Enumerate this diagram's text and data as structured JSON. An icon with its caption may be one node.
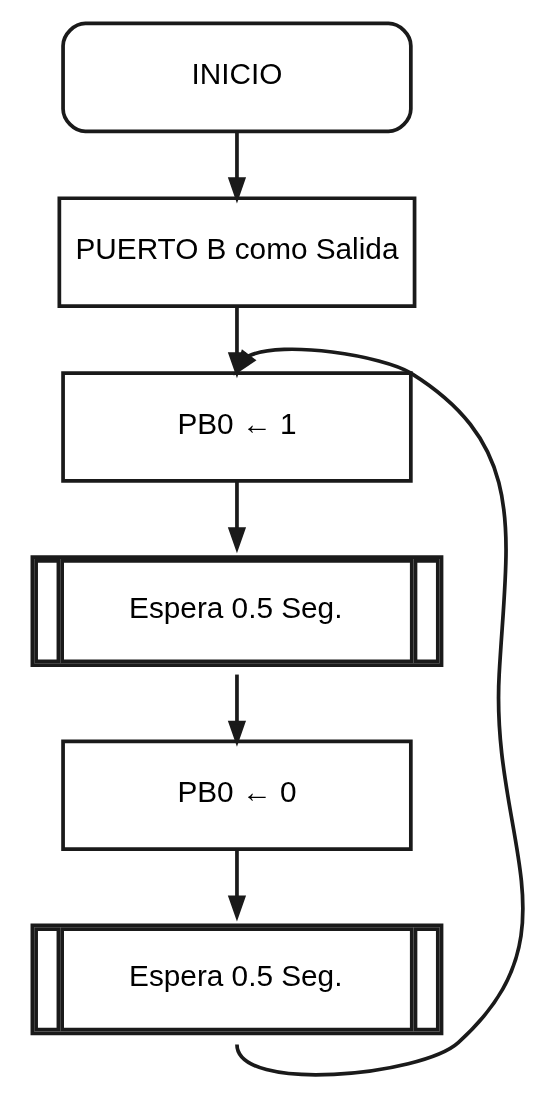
{
  "diagram": {
    "nodes": [
      {
        "text": [
          "INICIO"
        ]
      },
      {
        "text": [
          "PUERTO B como Salida"
        ]
      },
      {
        "text": [
          "PB0 ← 1"
        ]
      },
      {
        "text": [
          "Espera 0.5 Seg."
        ]
      },
      {
        "text": [
          "PB0 ← 0"
        ]
      },
      {
        "text": [
          "Espera 0.5 Seg."
        ]
      }
    ],
    "edges": [
      {
        "from": 0,
        "to": 1,
        "arrow": "to"
      },
      {
        "from": 1,
        "to": 2,
        "arrow": "to"
      },
      {
        "from": 2,
        "to": 3,
        "arrow": "to"
      },
      {
        "from": 3,
        "to": 4,
        "arrow": "to"
      },
      {
        "from": 4,
        "to": 5,
        "arrow": "to"
      },
      {
        "from": 5,
        "to": 2,
        "arrow": "to"
      }
    ]
  }
}
